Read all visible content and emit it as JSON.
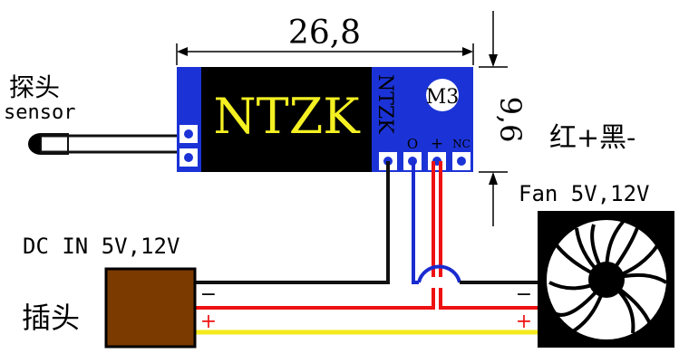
{
  "dimension_width": "26,8",
  "dimension_height": "9,6",
  "board": {
    "brand": "NTZK",
    "side_label": "NTZK",
    "screw_hole_label": "M3",
    "pin_out_label": "O",
    "pin_plus_label": "+",
    "pin_nc_label": "NC"
  },
  "sensor": {
    "label_cn": "探头",
    "label_en": "sensor"
  },
  "polarity_note": "红+黑-",
  "fan_label": "Fan 5V,12V",
  "dc_in_label": "DC IN 5V,12V",
  "plug_label": "插头",
  "plug_minus": "−",
  "plug_plus": "+",
  "fan_minus": "−",
  "fan_plus": "+",
  "colors": {
    "board_blue": "#1b33d6",
    "board_black": "#000000",
    "brand_yellow": "#f4f022",
    "wire_black": "#111111",
    "wire_red": "#ee1111",
    "wire_blue": "#1a2bd0",
    "wire_yellow": "#f4ea1c",
    "plug_brown": "#7a3a00"
  }
}
